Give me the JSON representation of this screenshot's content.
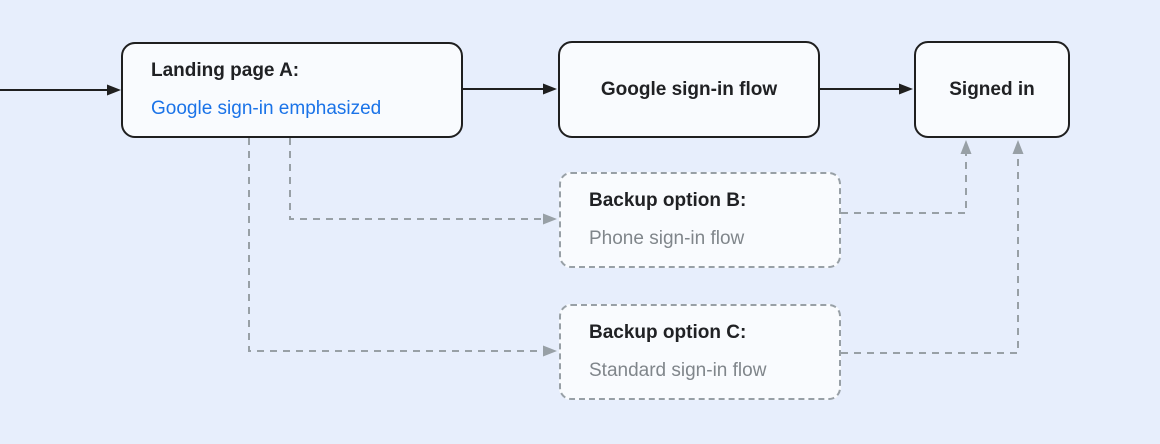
{
  "diagram": {
    "description": "Sign-in flow diagram with primary Google sign-in path and two backup options",
    "colors": {
      "background": "#e7eefc",
      "node_fill": "#f9fbfe",
      "solid_border": "#1f1f1f",
      "dashed_border": "#98a0a6",
      "title_text": "#202124",
      "accent_blue": "#1a73e8",
      "subtitle_gray": "#80868b"
    },
    "nodes": {
      "landing": {
        "title": "Landing page A:",
        "subtitle": "Google sign-in emphasized"
      },
      "google_flow": {
        "label": "Google sign-in flow"
      },
      "signed_in": {
        "label": "Signed in"
      },
      "backup_b": {
        "title": "Backup option B:",
        "subtitle": "Phone sign-in flow"
      },
      "backup_c": {
        "title": "Backup option C:",
        "subtitle": "Standard sign-in flow"
      }
    },
    "edges": [
      {
        "from": "entry",
        "to": "landing",
        "style": "solid"
      },
      {
        "from": "landing",
        "to": "google_flow",
        "style": "solid"
      },
      {
        "from": "google_flow",
        "to": "signed_in",
        "style": "solid"
      },
      {
        "from": "landing",
        "to": "backup_b",
        "style": "dashed"
      },
      {
        "from": "landing",
        "to": "backup_c",
        "style": "dashed"
      },
      {
        "from": "backup_b",
        "to": "signed_in",
        "style": "dashed"
      },
      {
        "from": "backup_c",
        "to": "signed_in",
        "style": "dashed"
      }
    ]
  }
}
